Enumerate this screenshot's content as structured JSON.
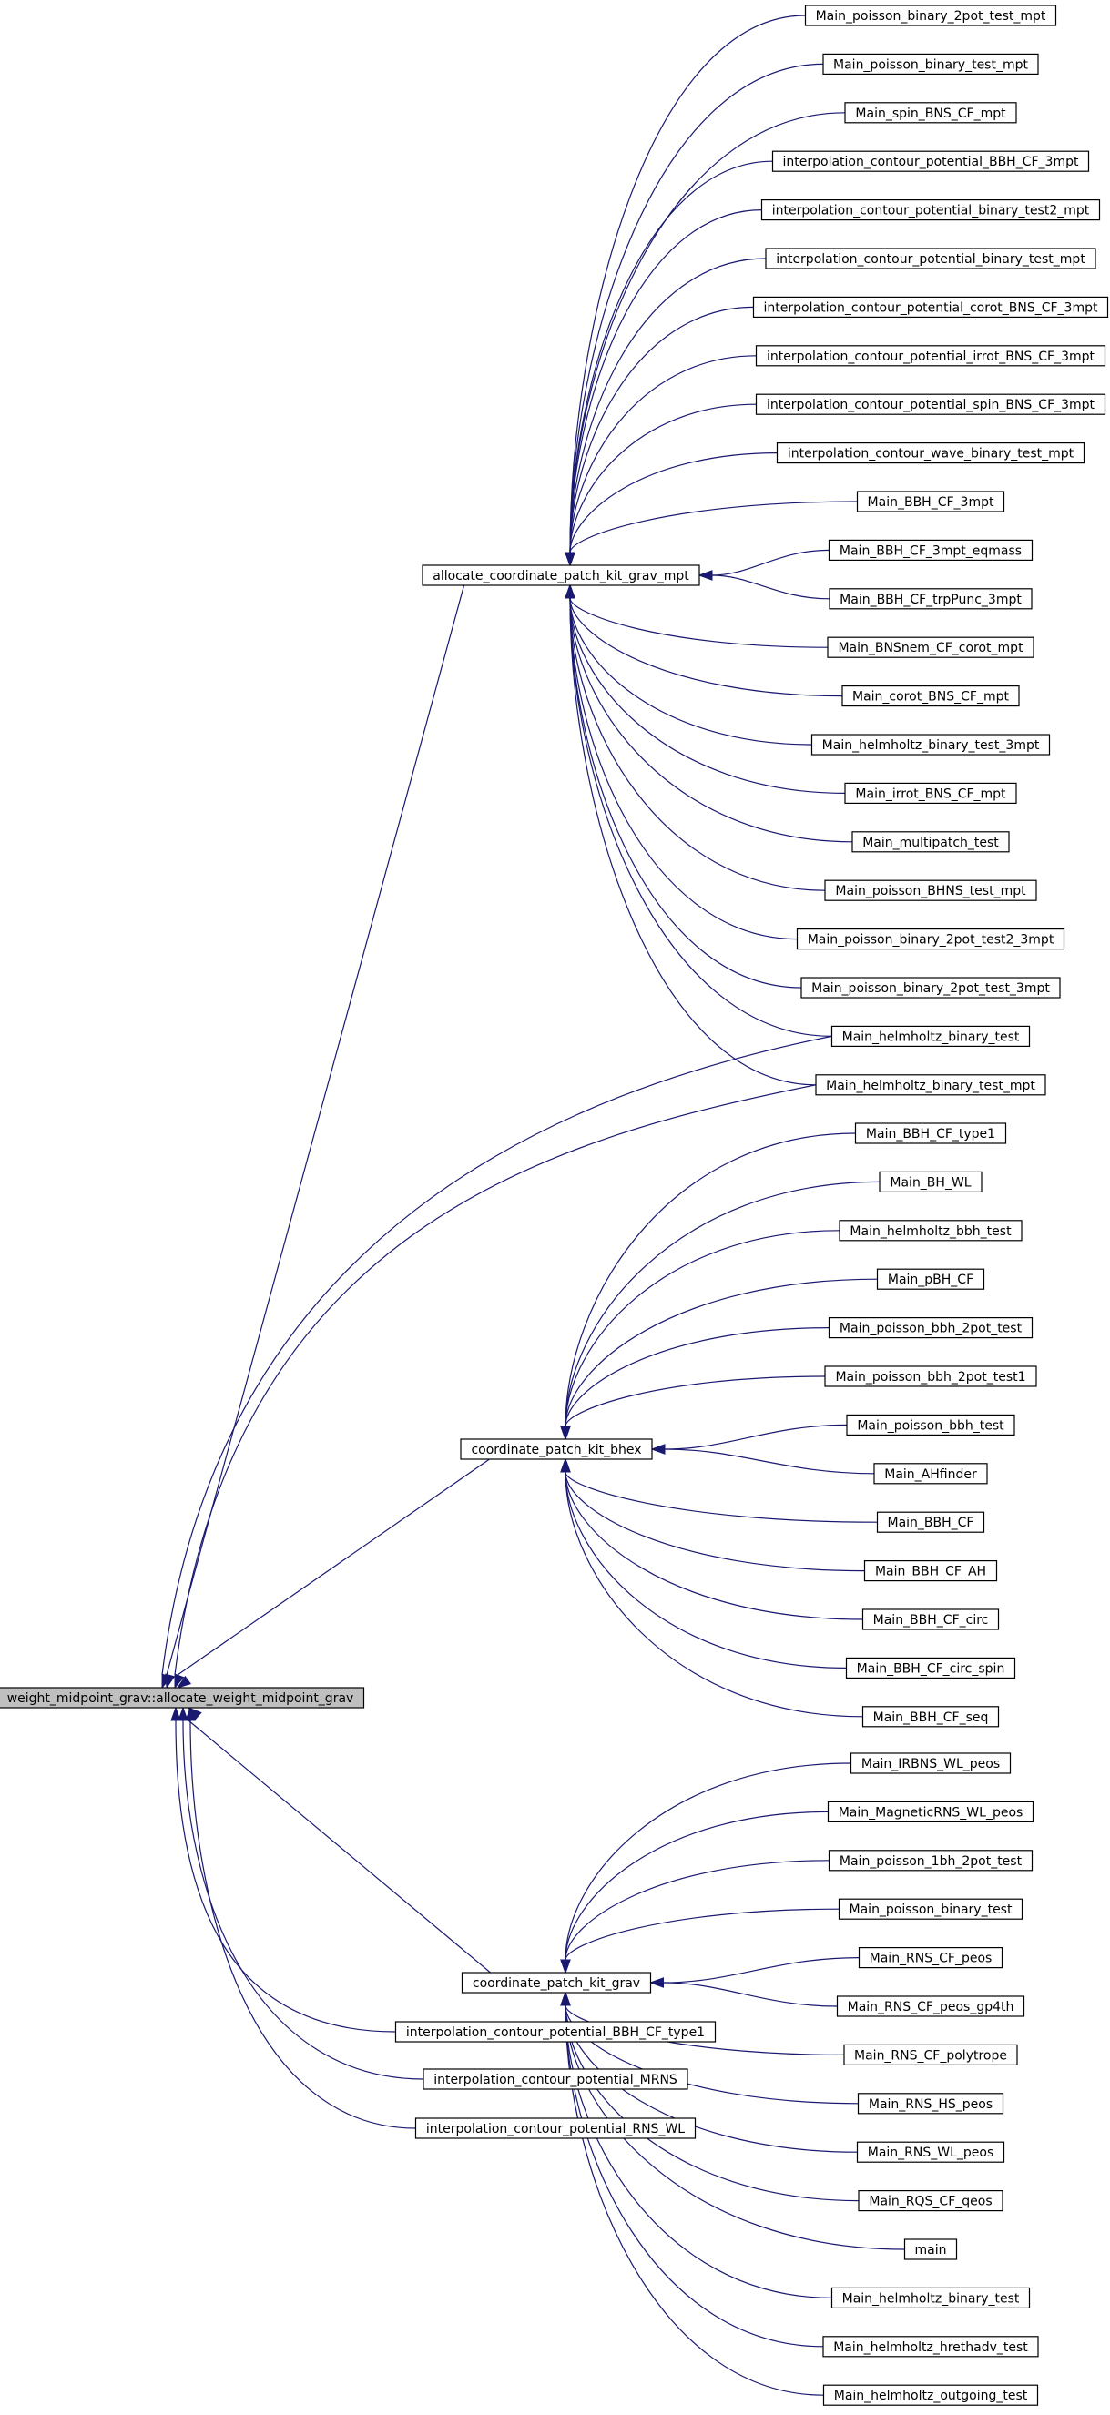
{
  "graph": {
    "root": "weight_midpoint_grav::allocate_weight_midpoint_grav",
    "colors": {
      "edge": "#191970",
      "node_border": "#000000",
      "root_fill": "#bfbfbf",
      "node_fill": "#ffffff"
    },
    "groups": [
      {
        "name": "allocate_coordinate_patch_kit_grav_mpt",
        "callers": [
          "Main_poisson_binary_2pot_test_mpt",
          "Main_poisson_binary_test_mpt",
          "Main_spin_BNS_CF_mpt",
          "interpolation_contour_potential_BBH_CF_3mpt",
          "interpolation_contour_potential_binary_test2_mpt",
          "interpolation_contour_potential_binary_test_mpt",
          "interpolation_contour_potential_corot_BNS_CF_3mpt",
          "interpolation_contour_potential_irrot_BNS_CF_3mpt",
          "interpolation_contour_potential_spin_BNS_CF_3mpt",
          "interpolation_contour_wave_binary_test_mpt",
          "Main_BBH_CF_3mpt",
          "Main_BBH_CF_3mpt_eqmass",
          "Main_BBH_CF_trpPunc_3mpt",
          "Main_BNSnem_CF_corot_mpt",
          "Main_corot_BNS_CF_mpt",
          "Main_helmholtz_binary_test_3mpt",
          "Main_irrot_BNS_CF_mpt",
          "Main_multipatch_test",
          "Main_poisson_BHNS_test_mpt",
          "Main_poisson_binary_2pot_test2_3mpt",
          "Main_poisson_binary_2pot_test_3mpt",
          "Main_helmholtz_binary_test",
          "Main_helmholtz_binary_test_mpt"
        ]
      },
      {
        "name": "coordinate_patch_kit_bhex",
        "callers": [
          "Main_BBH_CF_type1",
          "Main_BH_WL",
          "Main_helmholtz_bbh_test",
          "Main_pBH_CF",
          "Main_poisson_bbh_2pot_test",
          "Main_poisson_bbh_2pot_test1",
          "Main_poisson_bbh_test",
          "Main_AHfinder",
          "Main_BBH_CF",
          "Main_BBH_CF_AH",
          "Main_BBH_CF_circ",
          "Main_BBH_CF_circ_spin",
          "Main_BBH_CF_seq"
        ]
      },
      {
        "name": "coordinate_patch_kit_grav",
        "callers": [
          "Main_IRBNS_WL_peos",
          "Main_MagneticRNS_WL_peos",
          "Main_poisson_1bh_2pot_test",
          "Main_poisson_binary_test",
          "Main_RNS_CF_peos",
          "Main_RNS_CF_peos_gp4th",
          "Main_RNS_CF_polytrope",
          "Main_RNS_HS_peos",
          "Main_RNS_WL_peos",
          "Main_RQS_CF_qeos",
          "main",
          "Main_helmholtz_binary_test",
          "Main_helmholtz_hrethadv_test",
          "Main_helmholtz_outgoing_test"
        ]
      }
    ],
    "direct_callers": [
      "interpolation_contour_potential_BBH_CF_type1",
      "interpolation_contour_potential_MRNS",
      "interpolation_contour_potential_RNS_WL"
    ]
  }
}
